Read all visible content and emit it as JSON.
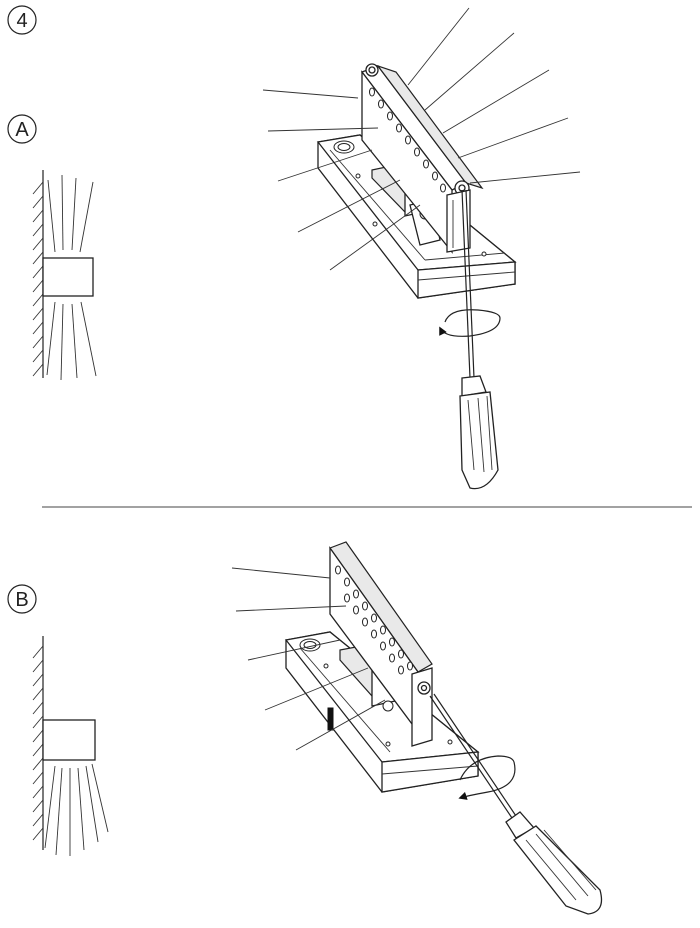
{
  "step_marker": "4",
  "sections": [
    {
      "id": "A",
      "label": "A"
    },
    {
      "id": "B",
      "label": "B"
    }
  ],
  "colors": {
    "ink": "#222222",
    "paper": "#ffffff",
    "panel": "#e9e9e9"
  },
  "icons": [
    "circled-digit-icon",
    "circled-letter-icon",
    "wall-hatch-icon",
    "light-beam-icon",
    "screwdriver-icon",
    "rotation-arrow-icon"
  ]
}
